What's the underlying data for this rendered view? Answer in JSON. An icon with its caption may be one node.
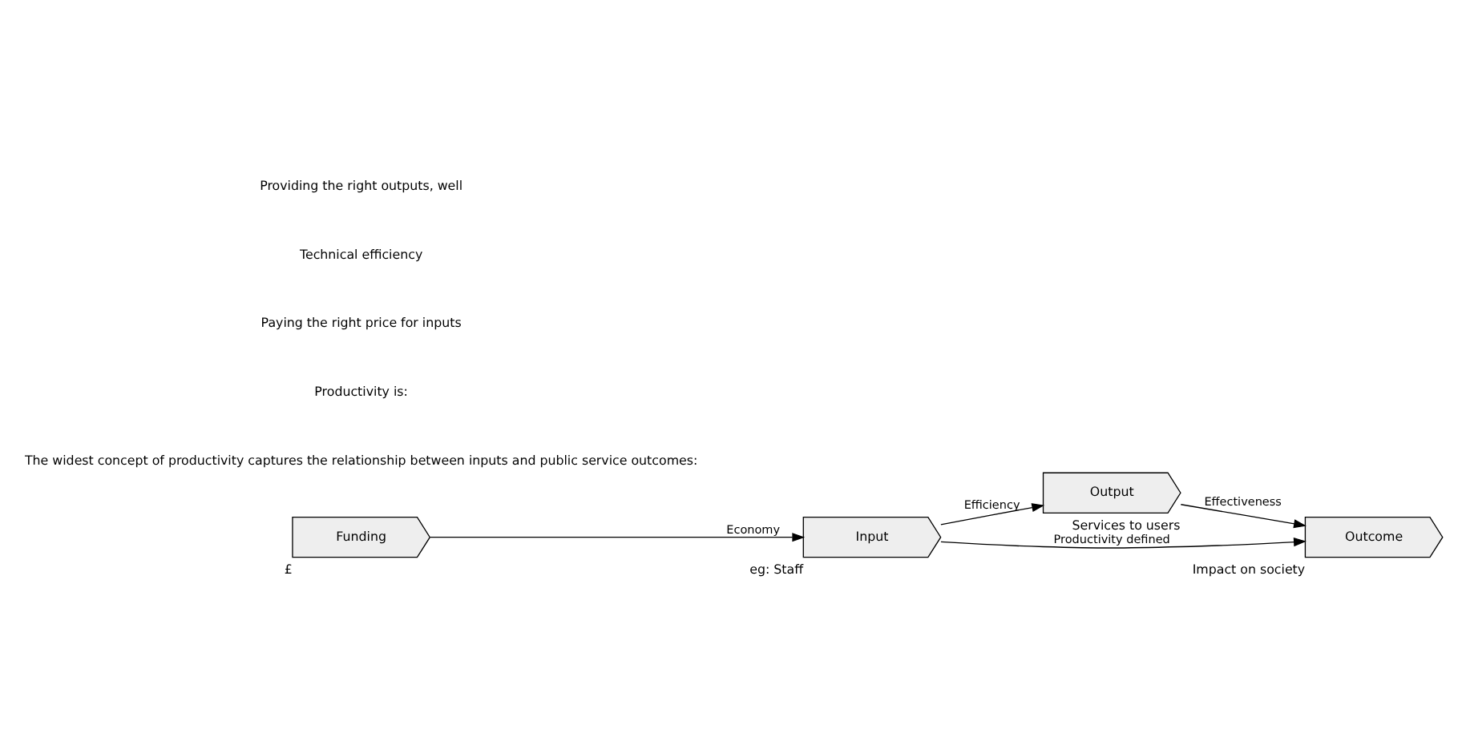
{
  "diagram": {
    "nodes": [
      {
        "text": [
          "Funding"
        ],
        "beside": [
          "£"
        ]
      },
      {
        "text": [
          "Input"
        ],
        "beside": [
          "eg: Staff"
        ]
      },
      {
        "text": [
          "Output"
        ],
        "beside": [
          "Services to users"
        ]
      },
      {
        "text": [
          "Outcome"
        ],
        "beside": [
          "Impact on society"
        ]
      }
    ],
    "edges": [
      {
        "from": 1,
        "to": 3,
        "arrow": "to",
        "label": "Productivity defined"
      },
      {
        "from": 0,
        "to": 1,
        "arrow": "to",
        "label": "Economy"
      },
      {
        "from": 1,
        "to": 2,
        "arrow": "to",
        "label": "Efficiency"
      },
      {
        "from": 2,
        "to": 3,
        "arrow": "to",
        "label": "Effectiveness"
      }
    ],
    "labels": [
      "The widest concept of productivity captures the relationship between inputs and public service outcomes:",
      "Productivity is:",
      "Paying the right price for inputs",
      "Technical efficiency",
      "Providing the right outputs, well"
    ]
  }
}
